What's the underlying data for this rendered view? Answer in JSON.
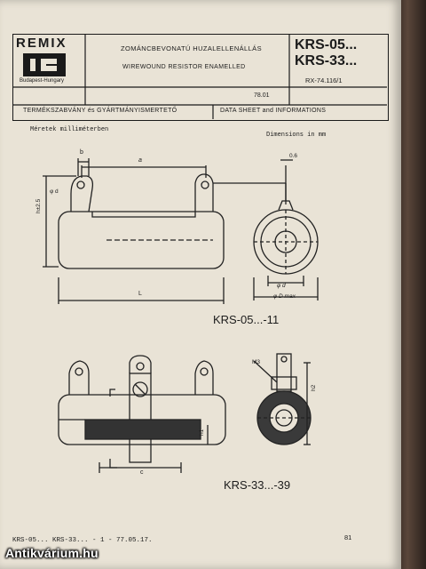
{
  "header": {
    "logo_text": "REMIX",
    "logo_city": "Budapest-Hungary",
    "title_hu": "ZOMÁNCBEVONATÚ HUZALELLENÁLLÁS",
    "title_en": "WIREWOUND RESISTOR ENAMELLED",
    "code_line1": "KRS-05...",
    "code_line2": "KRS-33...",
    "ref_number": "RX-74.116/1",
    "date_code": "78.01",
    "left_section": "TERMÉKSZABVÁNY és GYÁRTMÁNYISMERTETŐ",
    "right_section": "DATA SHEET and INFORMATIONS"
  },
  "drawing": {
    "note_left": "Méretek milliméterben",
    "note_right": "Dimensions in mm",
    "dim_b": "b",
    "dim_a": "a",
    "dim_hole": "φ d",
    "dim_height": "h±2.5",
    "dim_L": "L",
    "dim_06": "0.6",
    "dim_d": "φ d",
    "dim_Dmax": "φ D max",
    "caption_top": "KRS-05...-11",
    "dim_c": "c",
    "dim_M3": "M3",
    "dim_h2": "h2",
    "dim_h1": "h1",
    "caption_bottom": "KRS-33...-39"
  },
  "footer": {
    "left_text": "KRS-05... KRS-33... - 1 - 77.05.17.",
    "page_number": "81",
    "watermark": "Antikvárium.hu"
  }
}
